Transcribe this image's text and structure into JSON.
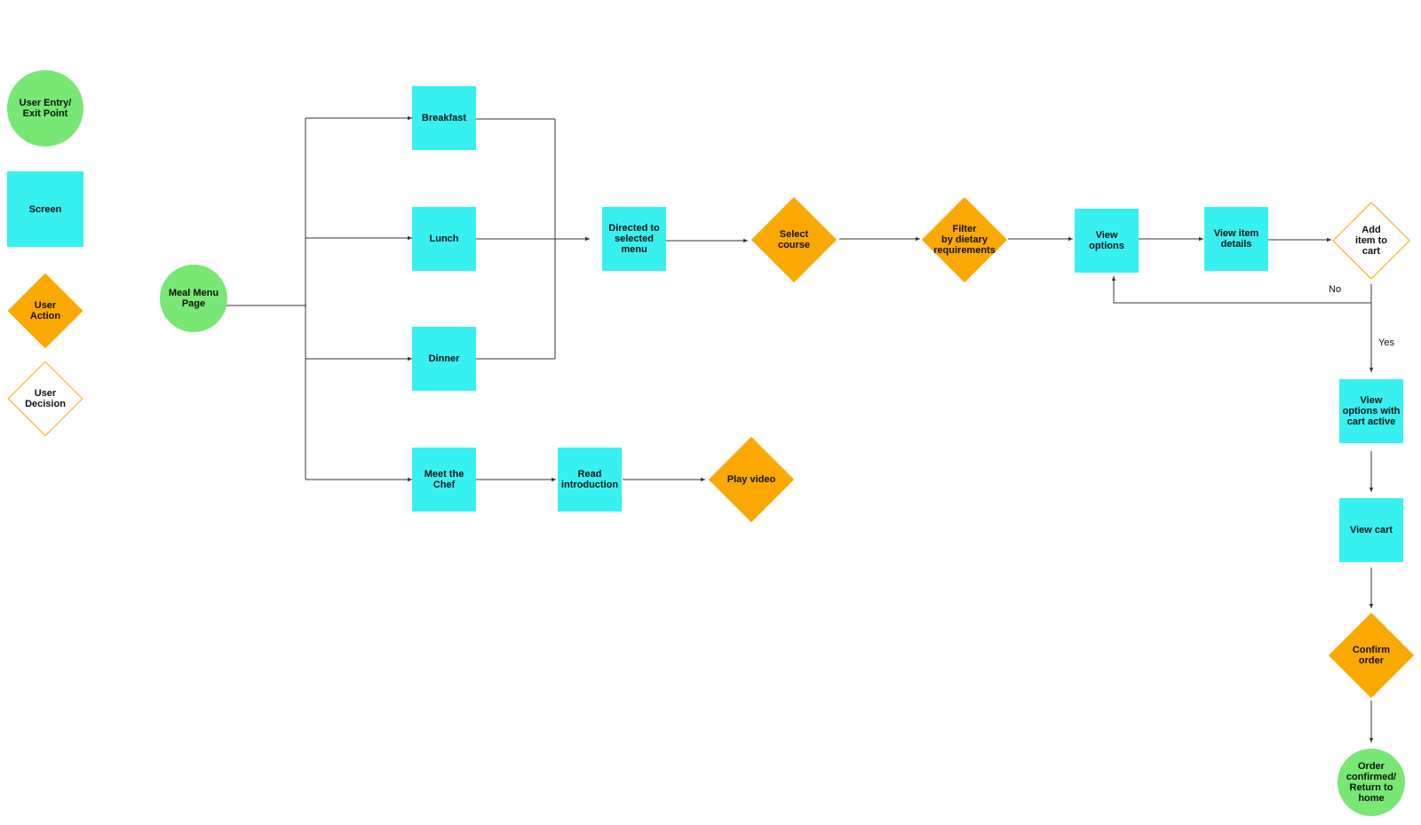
{
  "legend": {
    "entry_exit": "User Entry/\nExit Point",
    "screen": "Screen",
    "user_action": "User\nAction",
    "user_decision": "User\nDecision"
  },
  "colors": {
    "entry_exit": "#76e873",
    "screen": "#37f1f1",
    "action": "#fca803",
    "decision_border": "#fca803",
    "line": "#333333"
  },
  "nodes": {
    "meal_menu_page": "Meal Menu\nPage",
    "breakfast": "Breakfast",
    "lunch": "Lunch",
    "dinner": "Dinner",
    "meet_the_chef": "Meet the\nChef",
    "read_introduction": "Read\nintroduction",
    "play_video": "Play video",
    "directed_to_selected_menu": "Directed to\nselected\nmenu",
    "select_course": "Select\ncourse",
    "filter_dietary": "Filter\nby dietary\nrequirements",
    "view_options": "View\noptions",
    "view_item_details": "View item\ndetails",
    "add_item_to_cart": "Add\nitem to\ncart",
    "view_options_cart_active": "View\noptions with\ncart active",
    "view_cart": "View cart",
    "confirm_order": "Confirm\norder",
    "order_confirmed": "Order\nconfirmed/\nReturn to\nhome"
  },
  "edge_labels": {
    "no": "No",
    "yes": "Yes"
  }
}
